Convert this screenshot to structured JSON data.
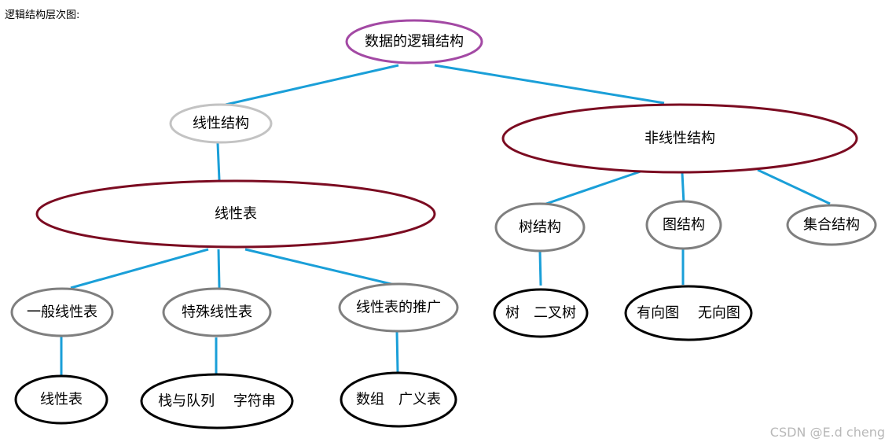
{
  "caption": "逻辑结构层次图:",
  "watermark": "CSDN @E.d cheng",
  "colors": {
    "edge": "#1a9fd8",
    "purple": "#a349a4",
    "lightgray": "#c3c3c3",
    "darkred": "#7b0b21",
    "gray": "#7f7f7f",
    "black": "#000000"
  },
  "nodes": [
    {
      "id": "root",
      "label": "数据的逻辑结构",
      "color": "purple"
    },
    {
      "id": "linear",
      "label": "线性结构",
      "color": "lightgray"
    },
    {
      "id": "nonlinear",
      "label": "非线性结构",
      "color": "darkred"
    },
    {
      "id": "linear_list",
      "label": "线性表",
      "color": "darkred"
    },
    {
      "id": "general",
      "label": "一般线性表",
      "color": "gray"
    },
    {
      "id": "special",
      "label": "特殊线性表",
      "color": "gray"
    },
    {
      "id": "generalized",
      "label": "线性表的推广",
      "color": "gray"
    },
    {
      "id": "leaf_linear",
      "label": "线性表",
      "color": "black"
    },
    {
      "id": "leaf_stack",
      "label": "栈与队列　 字符串",
      "color": "black"
    },
    {
      "id": "leaf_array",
      "label": "数组　广义表",
      "color": "black"
    },
    {
      "id": "tree",
      "label": "树结构",
      "color": "gray"
    },
    {
      "id": "graph",
      "label": "图结构",
      "color": "gray"
    },
    {
      "id": "set",
      "label": "集合结构",
      "color": "gray"
    },
    {
      "id": "leaf_tree",
      "label": "树　二叉树",
      "color": "black"
    },
    {
      "id": "leaf_graph",
      "label": "有向图　 无向图",
      "color": "black"
    }
  ],
  "edges": [
    [
      "root",
      "linear"
    ],
    [
      "root",
      "nonlinear"
    ],
    [
      "linear",
      "linear_list"
    ],
    [
      "linear_list",
      "general"
    ],
    [
      "linear_list",
      "special"
    ],
    [
      "linear_list",
      "generalized"
    ],
    [
      "general",
      "leaf_linear"
    ],
    [
      "special",
      "leaf_stack"
    ],
    [
      "generalized",
      "leaf_array"
    ],
    [
      "nonlinear",
      "tree"
    ],
    [
      "nonlinear",
      "graph"
    ],
    [
      "nonlinear",
      "set"
    ],
    [
      "tree",
      "leaf_tree"
    ],
    [
      "graph",
      "leaf_graph"
    ]
  ]
}
